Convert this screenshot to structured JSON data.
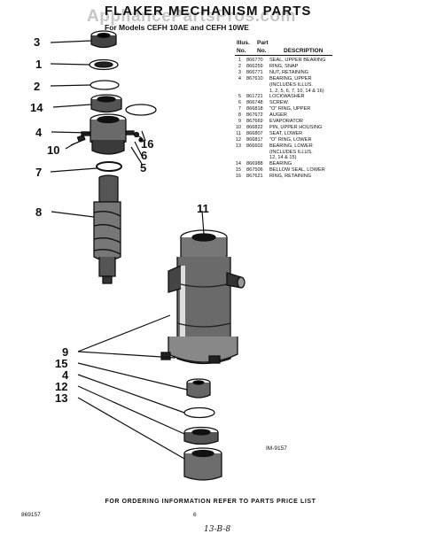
{
  "watermark": "AppliancePartsPros.com",
  "title": "FLAKER MECHANISM PARTS",
  "subtitle": "For Models CEFH 10AE and CEFH 10WE",
  "table_header": {
    "illus_label": "Illus.",
    "no_label": "No.",
    "part_label": "Part",
    "partno_label": "No.",
    "desc_label": "DESCRIPTION"
  },
  "parts": [
    {
      "illus": "1",
      "part": "866770",
      "desc": "SEAL, UPPER BEARING"
    },
    {
      "illus": "2",
      "part": "866259",
      "desc": "RING, SNAP"
    },
    {
      "illus": "3",
      "part": "866771",
      "desc": "NUT, RETAINING"
    },
    {
      "illus": "4",
      "part": "867610",
      "desc": "BEARING, UPPER"
    },
    {
      "illus": "",
      "part": "",
      "desc": "(INCLUDES ILLUS."
    },
    {
      "illus": "",
      "part": "",
      "desc": "1, 2, 5, 6, 7, 10, 14 & 16)"
    },
    {
      "illus": "5",
      "part": "861721",
      "desc": "LOCKWASHER"
    },
    {
      "illus": "6",
      "part": "866748",
      "desc": "SCREW"
    },
    {
      "illus": "7",
      "part": "866818",
      "desc": "\"O\" RING, UPPER"
    },
    {
      "illus": "8",
      "part": "867672",
      "desc": "AUGER"
    },
    {
      "illus": "9",
      "part": "867669",
      "desc": "EVAPORATOR"
    },
    {
      "illus": "10",
      "part": "866822",
      "desc": "PIN, UPPER HOUSING"
    },
    {
      "illus": "11",
      "part": "866807",
      "desc": "SEAT, LOWER"
    },
    {
      "illus": "12",
      "part": "866817",
      "desc": "\"O\" RING, LOWER"
    },
    {
      "illus": "13",
      "part": "866602",
      "desc": "BEARING, LOWER"
    },
    {
      "illus": "",
      "part": "",
      "desc": "(INCLUDES ILLUS."
    },
    {
      "illus": "",
      "part": "",
      "desc": "12, 14 & 15)"
    },
    {
      "illus": "14",
      "part": "866988",
      "desc": "BEARING"
    },
    {
      "illus": "15",
      "part": "867506",
      "desc": "BELLOW SEAL, LOWER"
    },
    {
      "illus": "16",
      "part": "867621",
      "desc": "RING, RETAINING"
    }
  ],
  "callouts": {
    "c3": "3",
    "c1": "1",
    "c2": "2",
    "c14": "14",
    "c4": "4",
    "c10": "10",
    "c16": "16",
    "c6": "6",
    "c5": "5",
    "c7": "7",
    "c8": "8",
    "c11": "11",
    "c9": "9",
    "c15": "15",
    "c4b": "4",
    "c12": "12",
    "c13": "13"
  },
  "figure_code": "IM-9157",
  "footer": "FOR ORDERING INFORMATION REFER TO PARTS PRICE LIST",
  "page_code": "869157",
  "page_number": "6",
  "handwritten": "13-B-8"
}
